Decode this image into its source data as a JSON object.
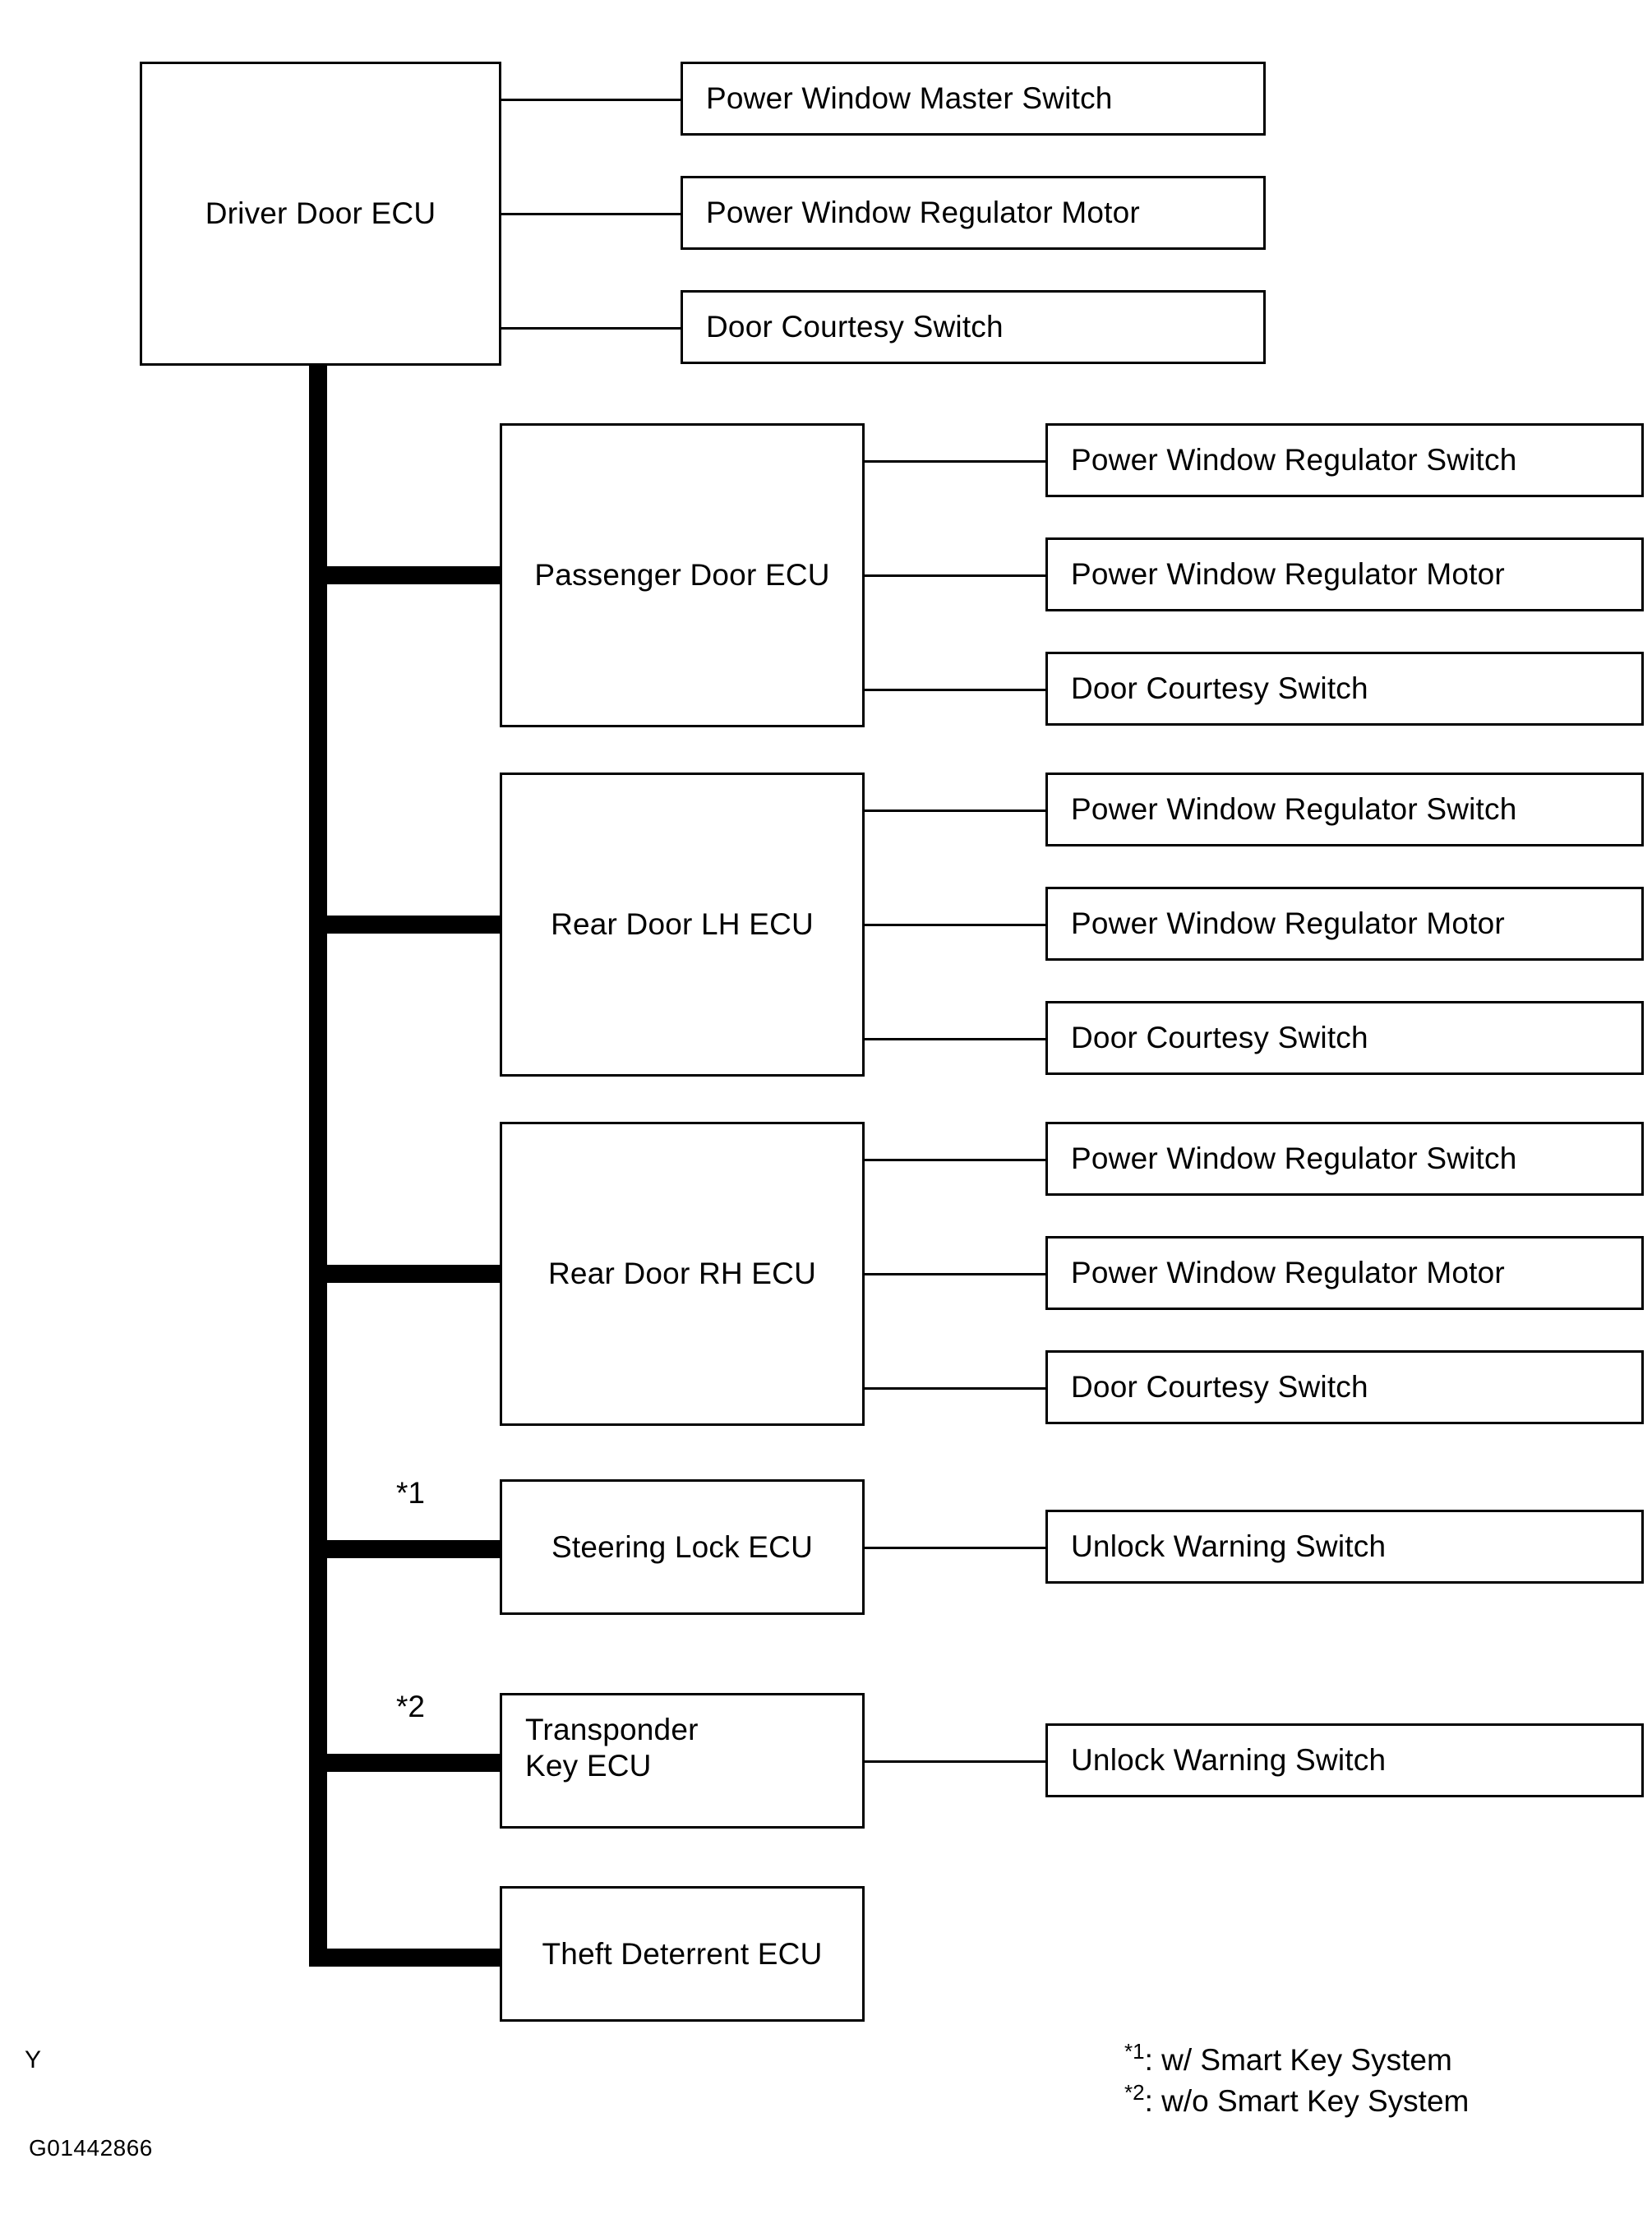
{
  "figure": {
    "id_code": "G01442866",
    "corner_letter": "Y"
  },
  "nodes": {
    "driver_door_ecu": "Driver Door ECU",
    "passenger_door_ecu": "Passenger Door ECU",
    "rear_door_lh_ecu": "Rear Door LH ECU",
    "rear_door_rh_ecu": "Rear Door RH ECU",
    "steering_lock_ecu": "Steering Lock ECU",
    "transponder_key_ecu": "Transponder\nKey ECU",
    "theft_deterrent_ecu": "Theft Deterrent ECU"
  },
  "leaves": {
    "driver": [
      "Power Window Master Switch",
      "Power Window Regulator Motor",
      "Door Courtesy Switch"
    ],
    "passenger": [
      "Power Window Regulator Switch",
      "Power Window Regulator Motor",
      "Door Courtesy Switch"
    ],
    "rear_lh": [
      "Power Window Regulator Switch",
      "Power Window Regulator Motor",
      "Door Courtesy Switch"
    ],
    "rear_rh": [
      "Power Window Regulator Switch",
      "Power Window Regulator Motor",
      "Door Courtesy Switch"
    ],
    "steering_lock": [
      "Unlock Warning Switch"
    ],
    "transponder": [
      "Unlock Warning Switch"
    ]
  },
  "markers": {
    "star1": "*1",
    "star2": "*2"
  },
  "footnotes": {
    "line1_sup": "*1",
    "line1_text": ": w/ Smart Key System",
    "line2_sup": "*2",
    "line2_text": ": w/o Smart Key System"
  },
  "colors": {
    "line": "#000000",
    "background": "#ffffff"
  }
}
